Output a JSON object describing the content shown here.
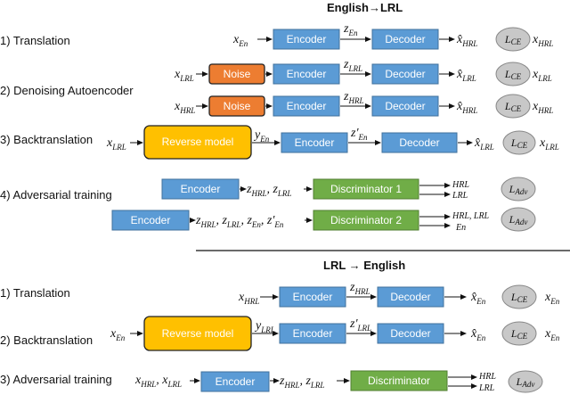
{
  "top": {
    "header": "English→LRL",
    "rows": [
      {
        "label": "1) Translation"
      },
      {
        "label": "2) Denoising Autoencoder"
      },
      {
        "label": "3) Backtranslation"
      },
      {
        "label": "4) Adversarial training"
      }
    ]
  },
  "bottom": {
    "header": "LRL → English",
    "rows": [
      {
        "label": "1) Translation"
      },
      {
        "label": "2) Backtranslation"
      },
      {
        "label": "3) Adversarial training"
      }
    ]
  },
  "blocks": {
    "encoder": "Encoder",
    "decoder": "Decoder",
    "noise": "Noise",
    "reverse_model": "Reverse model",
    "discriminator_1": "Discriminator 1",
    "discriminator_2": "Discriminator 2",
    "discriminator": "Discriminator"
  },
  "losses": {
    "ce": {
      "main": "L",
      "sub": "CE"
    },
    "adv": {
      "main": "L",
      "sub": "Adv"
    }
  },
  "outputs": {
    "hrl": "HRL",
    "lrl": "LRL",
    "hrl_lrl": "HRL, LRL",
    "en": "En"
  },
  "vars": {
    "x": "x",
    "z": "z",
    "y": "y",
    "hat_x": "x̂",
    "prime_z": "z′",
    "sub_en": "En",
    "sub_hrl": "HRL",
    "sub_lrl": "LRL"
  },
  "colors": {
    "encoder": "#5b9bd5",
    "noise": "#ed7d31",
    "reverse_model": "#ffc000",
    "discriminator": "#70ad47",
    "loss": "#c8c8c8"
  }
}
